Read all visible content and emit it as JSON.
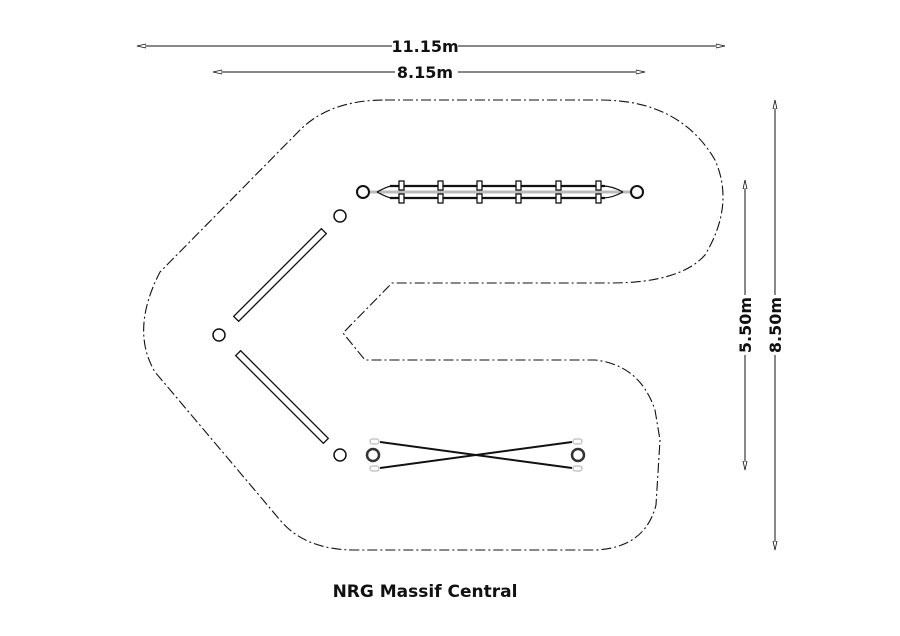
{
  "title": "NRG Massif Central",
  "dimensions": {
    "outer_width": "11.15m",
    "inner_width": "8.15m",
    "inner_depth": "5.50m",
    "outer_depth": "8.50m"
  },
  "colors": {
    "line": "#111111",
    "light": "#bbbbbb"
  }
}
